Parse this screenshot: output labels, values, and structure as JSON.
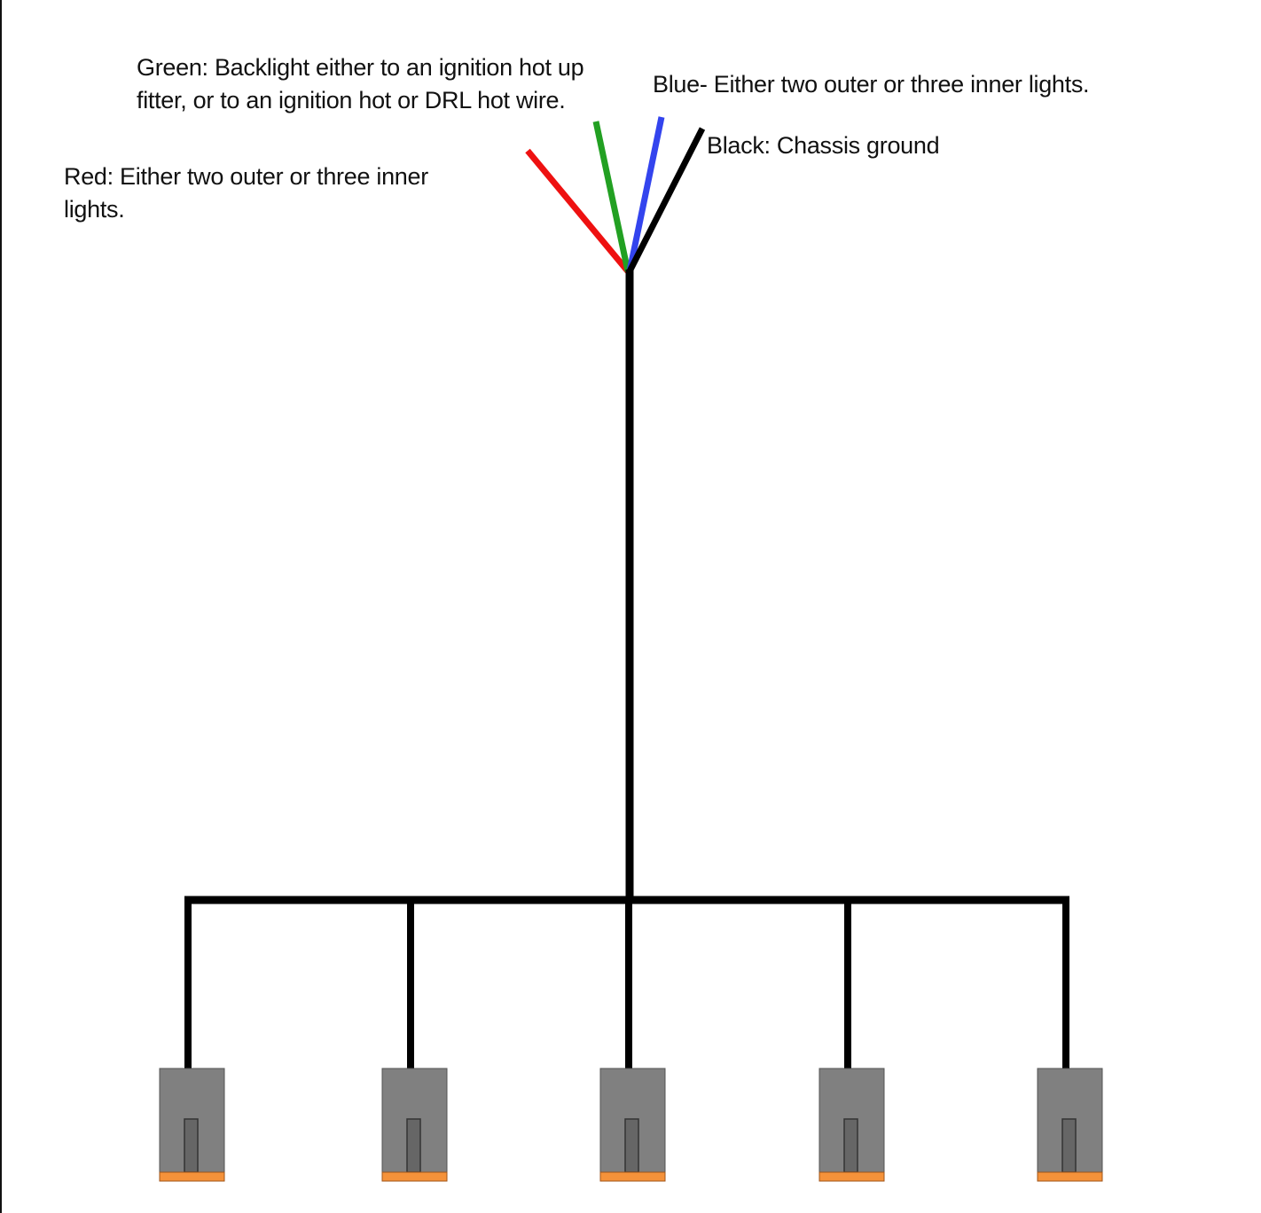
{
  "labels": {
    "green": "Green: Backlight either to an ignition hot up fitter, or to an ignition hot or DRL hot wire.",
    "blue": "Blue- Either two outer or three inner lights.",
    "black": "Black: Chassis ground",
    "red": "Red: Either two outer or three inner lights."
  },
  "colors": {
    "red": "#ee1111",
    "green": "#22a022",
    "blue": "#3344ee",
    "black": "#000000",
    "connector_body": "#808080",
    "connector_slot": "#666666",
    "connector_seal": "#f5923a"
  },
  "connector_count": 5
}
